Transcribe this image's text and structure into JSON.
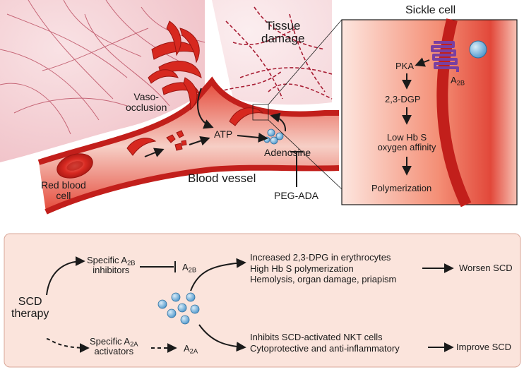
{
  "top_figure": {
    "labels": {
      "tissue_damage": [
        "Tissue",
        "damage"
      ],
      "vaso_occlusion": [
        "Vaso-",
        "occlusion"
      ],
      "atp": "ATP",
      "adenosine": "Adenosine",
      "peg_ada": "PEG-ADA",
      "blood_vessel": "Blood vessel",
      "red_blood_cell": [
        "Red blood",
        "cell"
      ]
    },
    "sickle_cell_inset": {
      "title": "Sickle cell",
      "receptor": "A",
      "receptor_sub": "2B",
      "pathway": [
        "PKA",
        "2,3-DGP",
        "Low Hb S",
        "oxygen affinity",
        "Polymerization"
      ]
    }
  },
  "bottom_panel": {
    "therapy": [
      "SCD",
      "therapy"
    ],
    "a2b_path": {
      "drug_prefix": "Specific A",
      "drug_sub": "2B",
      "drug_suffix": "inhibitors",
      "receptor": "A",
      "receptor_sub": "2B",
      "effects": [
        "Increased 2,3-DPG in erythrocytes",
        "High Hb S polymerization",
        "Hemolysis, organ damage, priapism"
      ],
      "outcome": "Worsen SCD"
    },
    "a2a_path": {
      "drug_prefix": "Specific A",
      "drug_sub": "2A",
      "drug_suffix": "activators",
      "receptor": "A",
      "receptor_sub": "2A",
      "effects": [
        "Inhibits SCD-activated NKT cells",
        "Cytoprotective and anti-inflammatory"
      ],
      "outcome": "Improve SCD"
    }
  },
  "colors": {
    "vessel": "#d8322a",
    "tissue": "#f1c6cc",
    "fiber": "#a81e34",
    "adenosine": "#7fb9e1",
    "panel": "#fbe4dc",
    "receptor": "#7a3fa0"
  }
}
